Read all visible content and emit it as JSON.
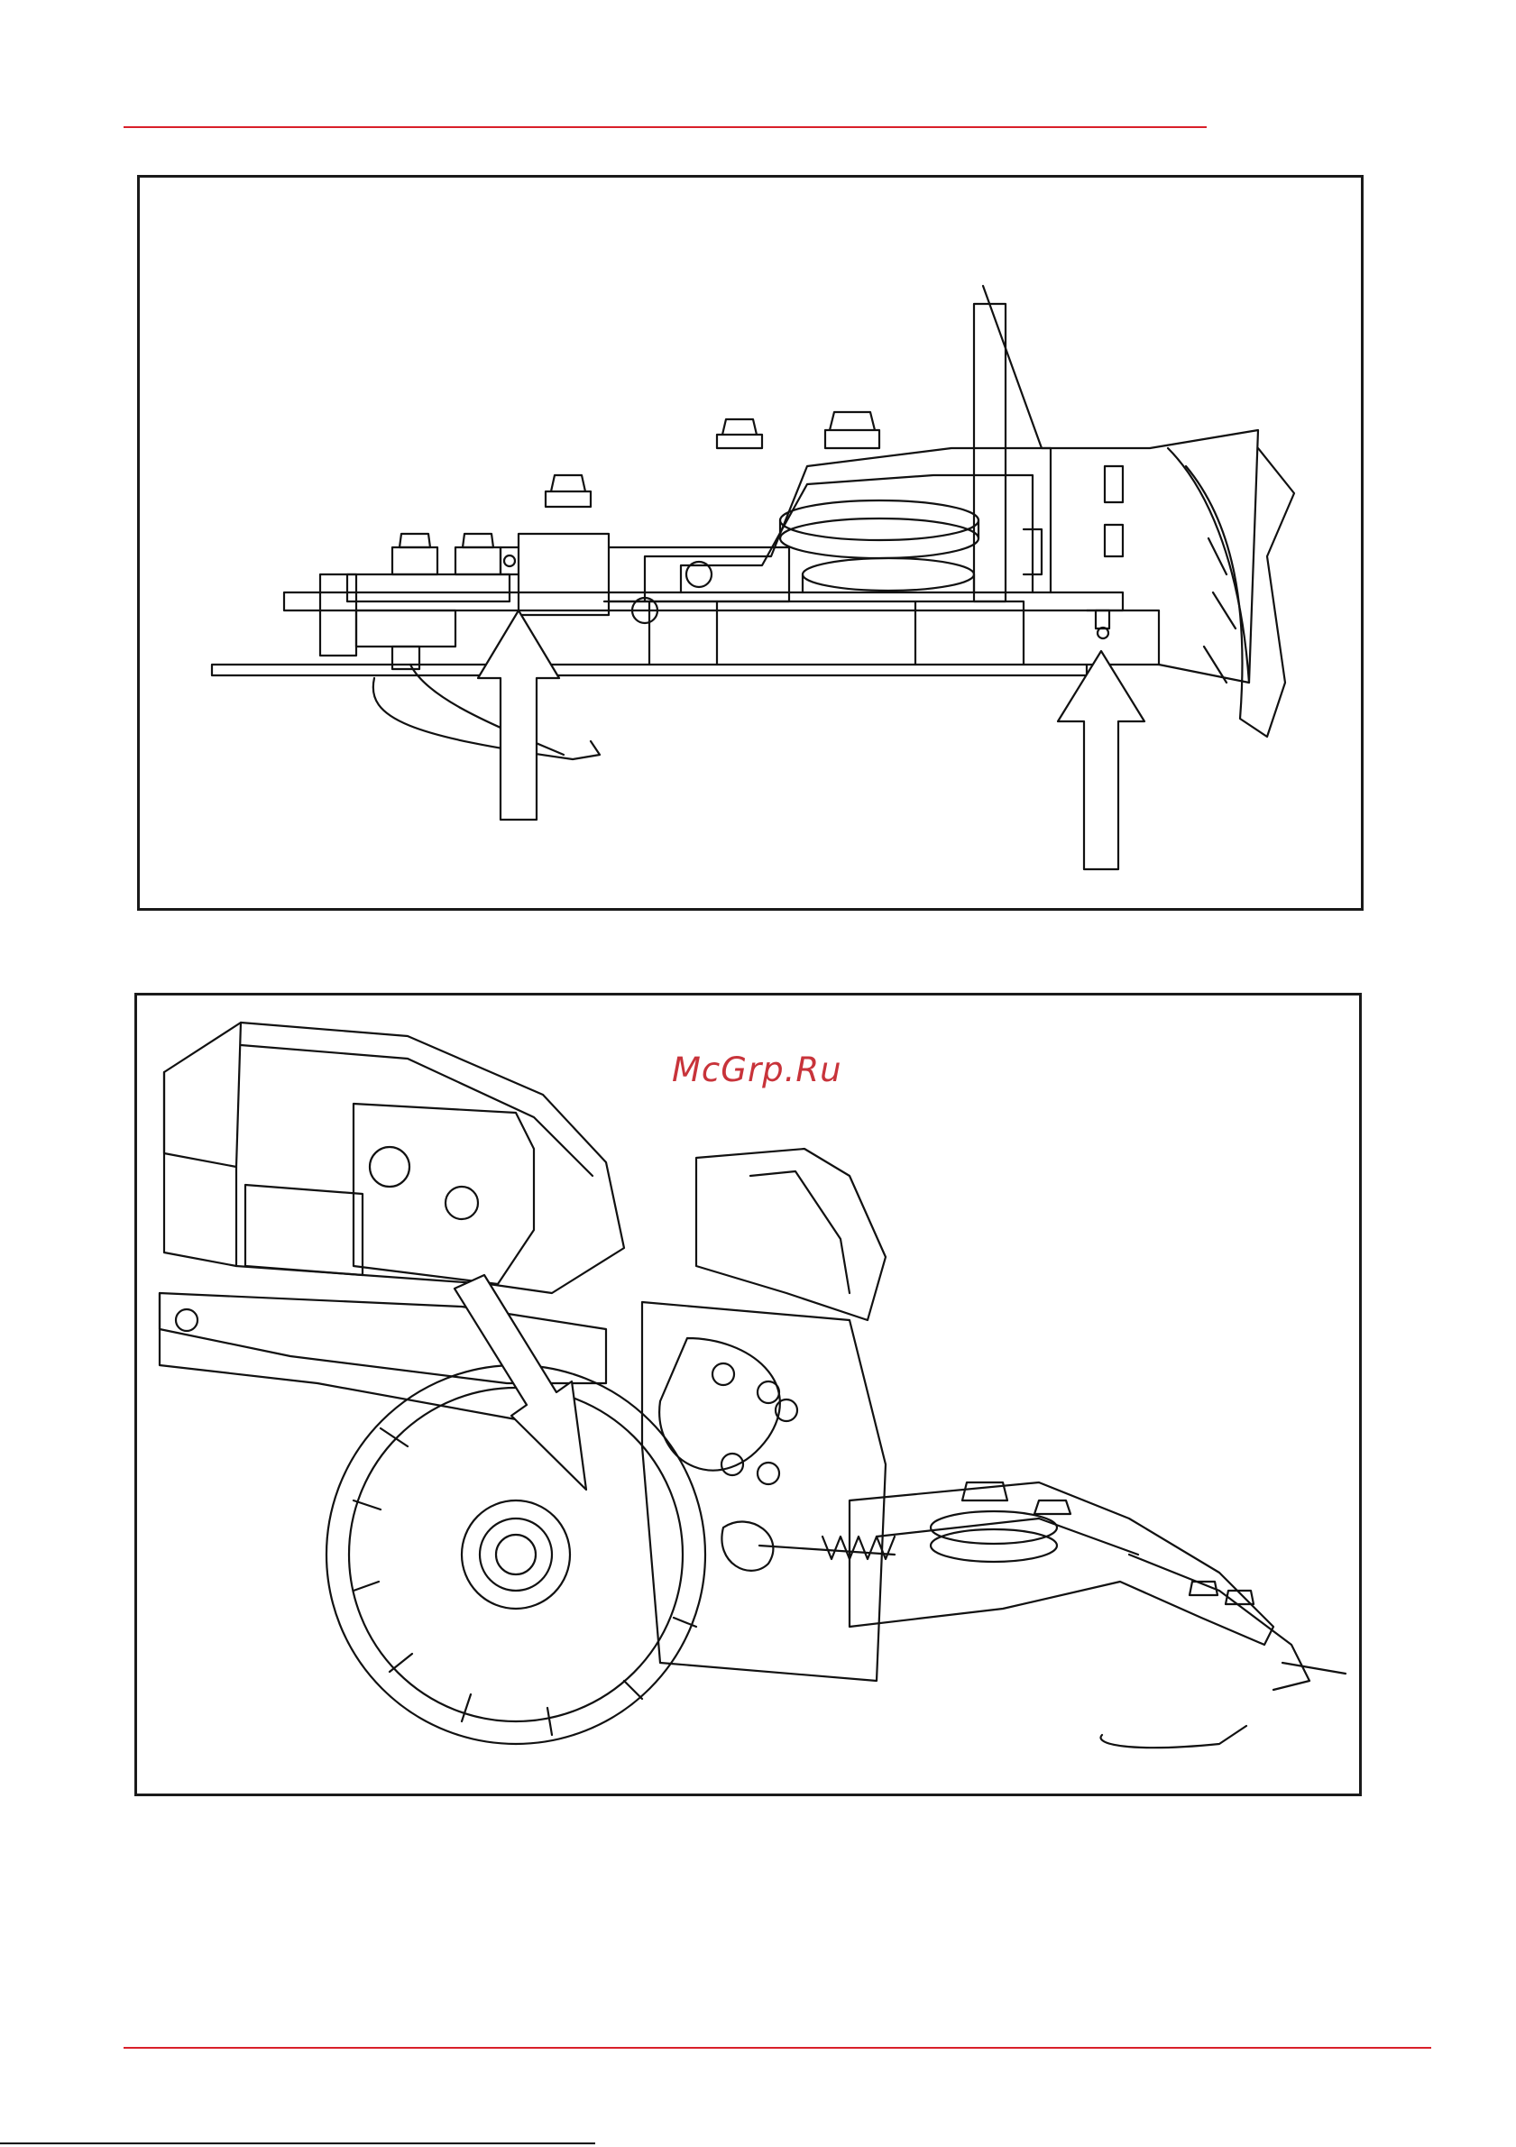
{
  "page": {
    "header_rule_color": "#d9202a",
    "frame_color": "#1a1a1a"
  },
  "figure_top": {
    "icon": "deck-side-view-diagram",
    "arrows": [
      "up-arrow-icon",
      "up-arrow-icon"
    ]
  },
  "figure_bottom": {
    "icon": "mower-rear-view-diagram",
    "arrows": [
      "diagonal-arrow-icon"
    ]
  },
  "watermark": {
    "text": "McGrp.Ru",
    "color": "#c8333a"
  }
}
